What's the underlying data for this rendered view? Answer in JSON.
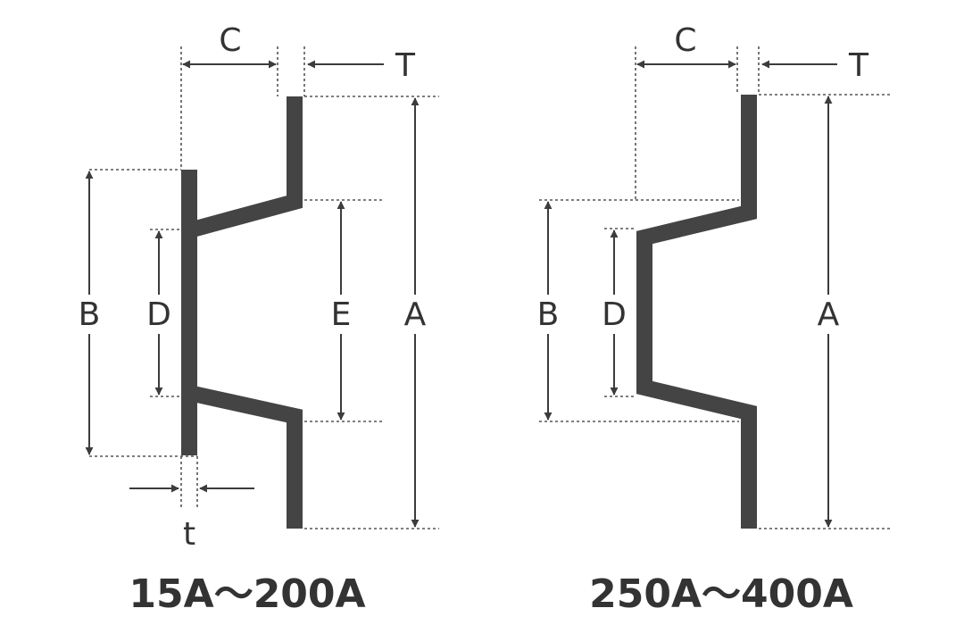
{
  "left_figure": {
    "caption": "15A〜200A",
    "labels": {
      "A": "A",
      "B": "B",
      "C": "C",
      "D": "D",
      "E": "E",
      "T": "T",
      "t": "t"
    }
  },
  "right_figure": {
    "caption": "250A〜400A",
    "labels": {
      "A": "A",
      "B": "B",
      "C": "C",
      "D": "D",
      "T": "T"
    }
  },
  "colors": {
    "profile": "#444444",
    "dimension": "#3c3c3c",
    "text": "#333333"
  }
}
